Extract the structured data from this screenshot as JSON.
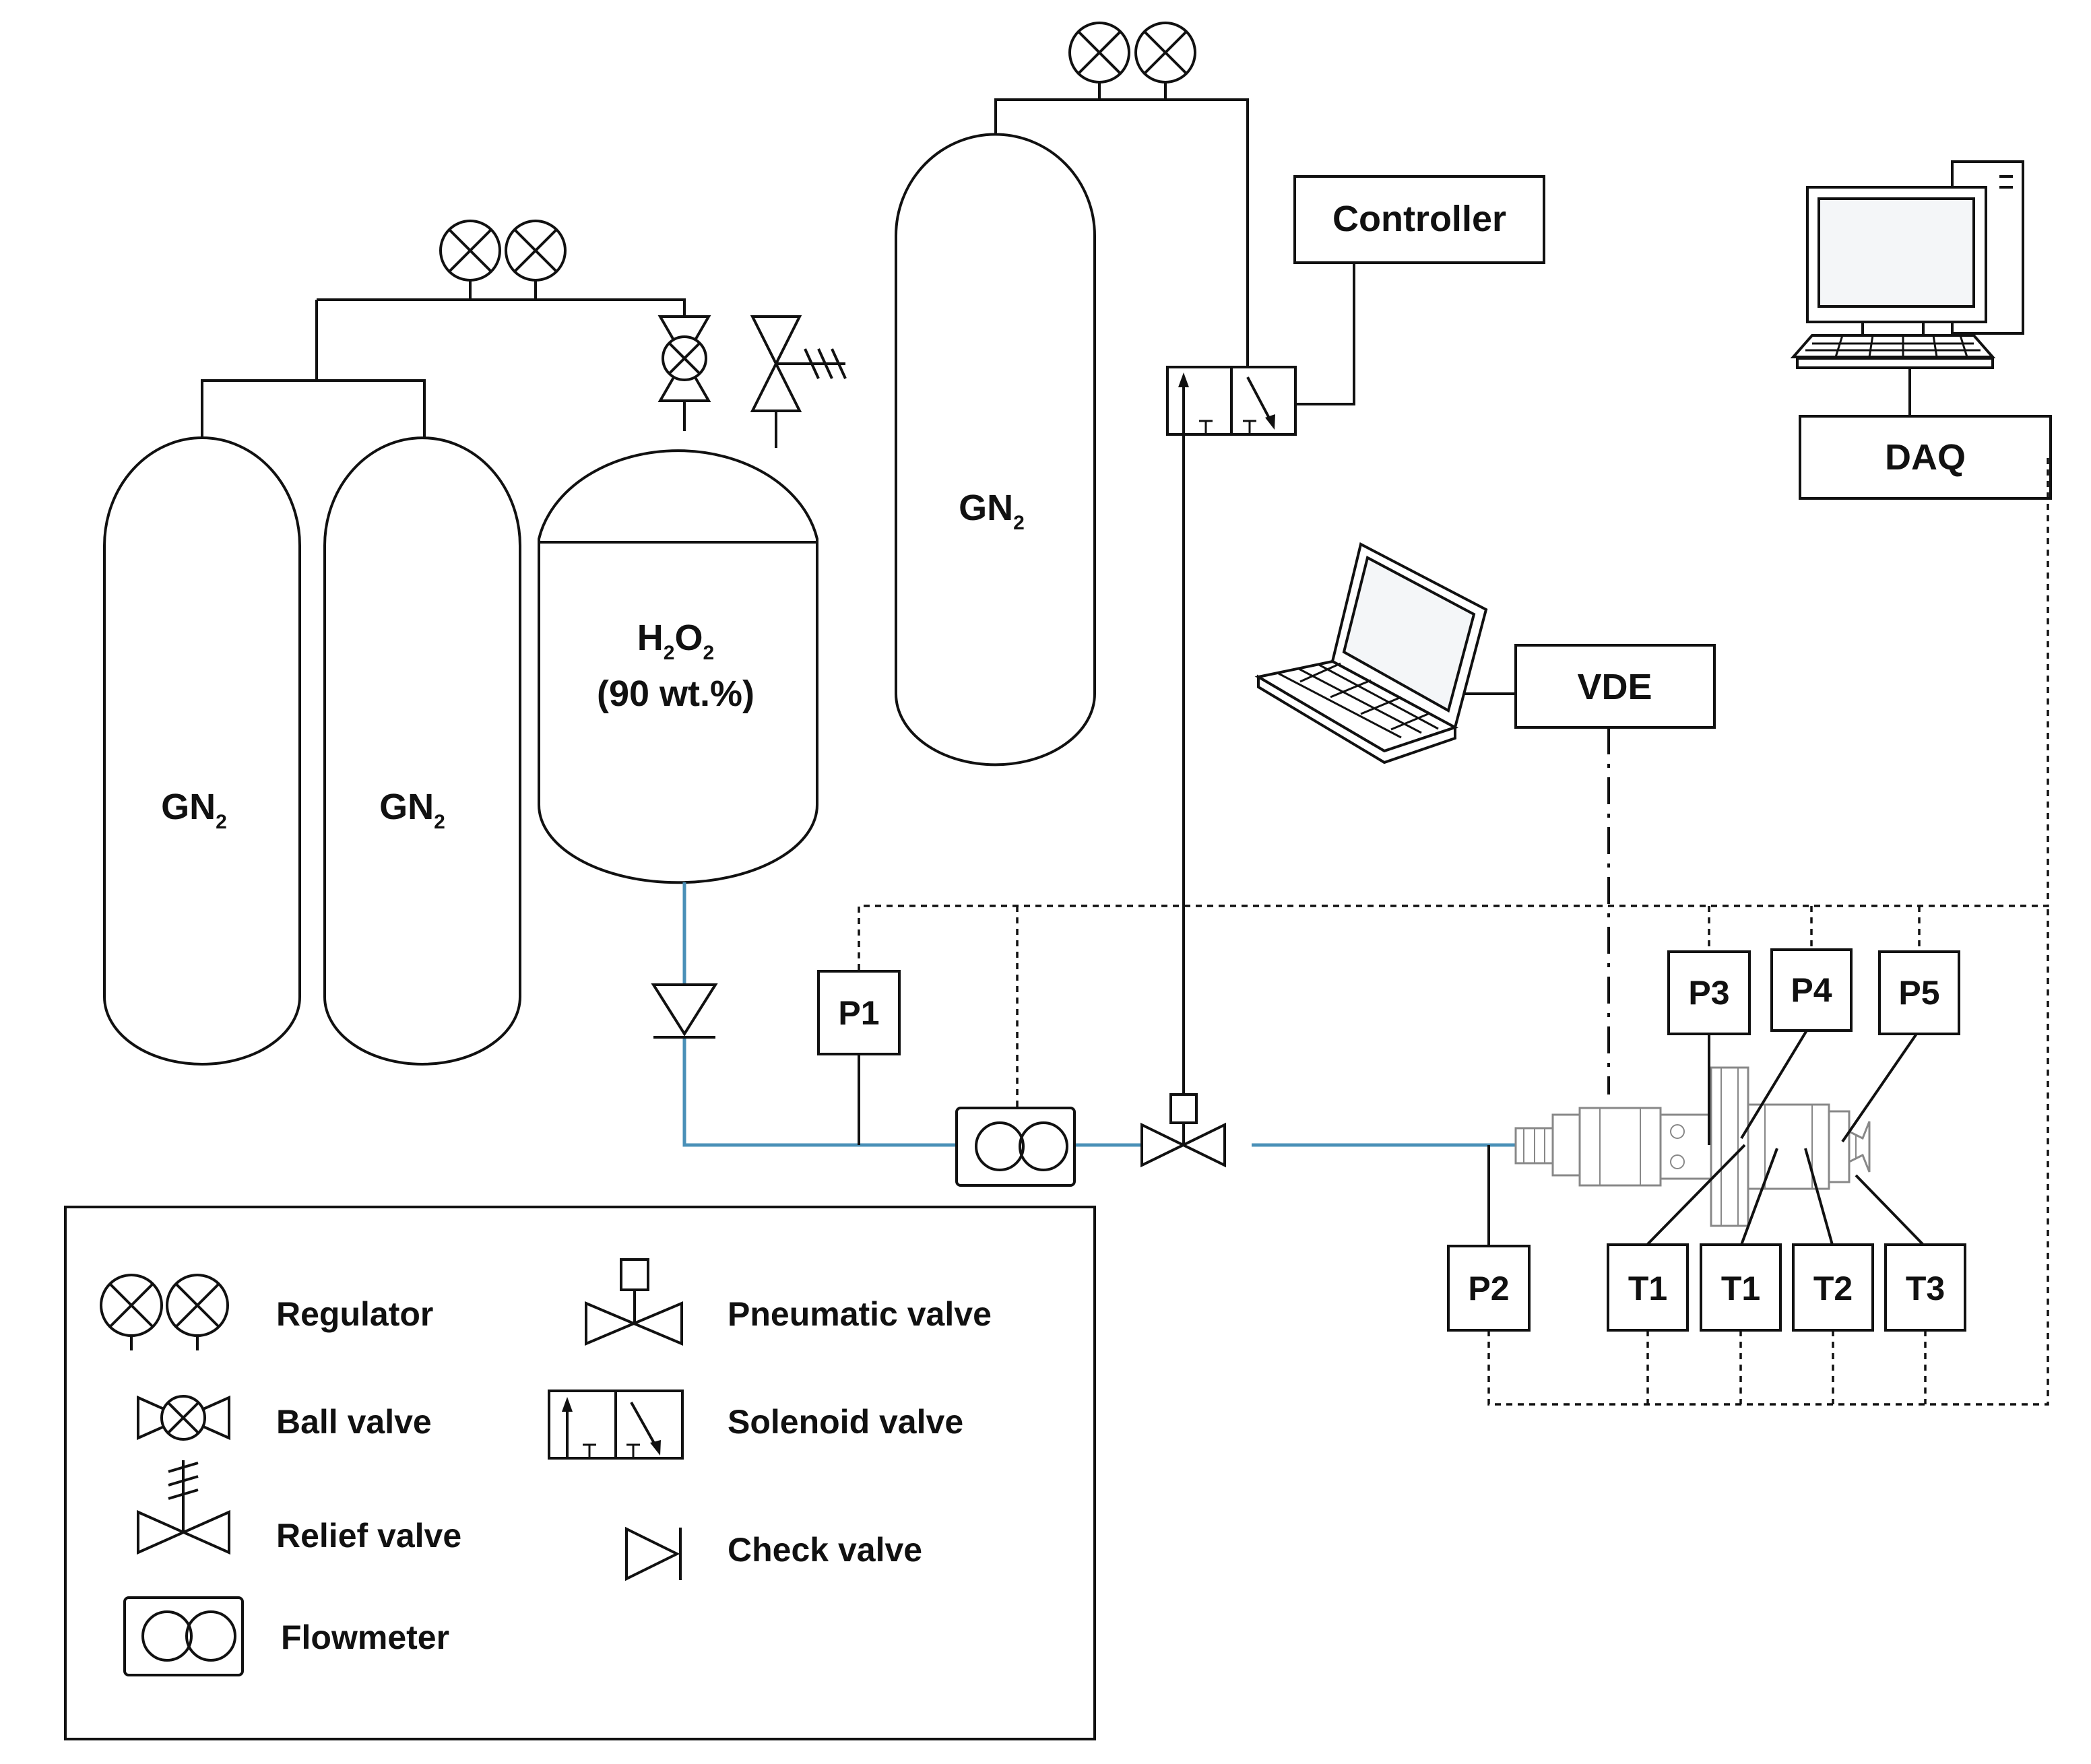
{
  "tanks": {
    "gn2_left_a": "GN",
    "gn2_left_b": "GN",
    "gn2_top": "GN",
    "gn2_sub": "2",
    "h2o2_line1_a": "H",
    "h2o2_sub_1": "2",
    "h2o2_line1_b": "O",
    "h2o2_sub_2": "2",
    "h2o2_line2": "(90 wt.%)"
  },
  "boxes": {
    "controller": "Controller",
    "daq": "DAQ",
    "vde": "VDE"
  },
  "sensors": {
    "p1": "P1",
    "p2": "P2",
    "p3": "P3",
    "p4": "P4",
    "p5": "P5",
    "t1a": "T1",
    "t1b": "T1",
    "t2": "T2",
    "t3": "T3"
  },
  "legend": {
    "regulator": "Regulator",
    "ball_valve": "Ball valve",
    "relief_valve": "Relief valve",
    "flowmeter": "Flowmeter",
    "pneumatic_valve": "Pneumatic valve",
    "solenoid_valve": "Solenoid valve",
    "check_valve": "Check valve"
  },
  "colors": {
    "propellant_line": "#4a90b8",
    "lines": "#111111"
  }
}
